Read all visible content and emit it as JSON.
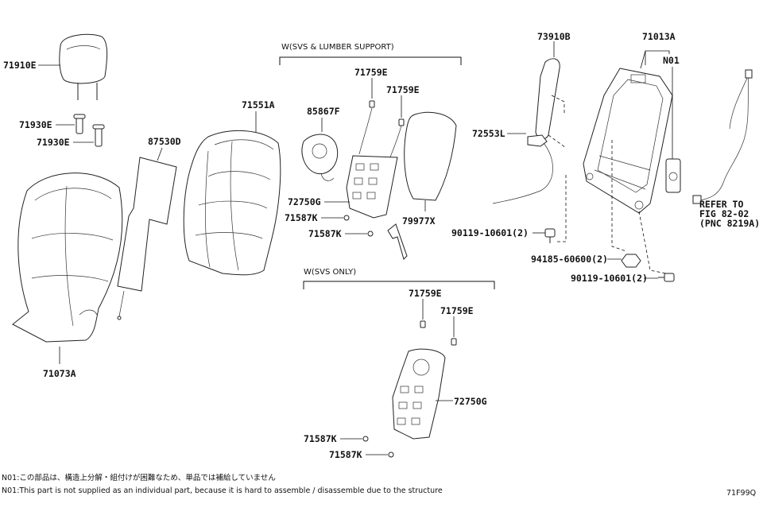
{
  "groups": {
    "lumbar": "W(SVS & LUMBER SUPPORT)",
    "svs": "W(SVS ONLY)"
  },
  "labels": {
    "p71910E": "71910E",
    "p71930E_a": "71930E",
    "p71930E_b": "71930E",
    "p87530D": "87530D",
    "p71073A": "71073A",
    "p71551A": "71551A",
    "p85867F": "85867F",
    "p71759E_a": "71759E",
    "p71759E_b": "71759E",
    "p72750G_a": "72750G",
    "p71587K_a": "71587K",
    "p71587K_b": "71587K",
    "p79977X": "79977X",
    "p71759E_c": "71759E",
    "p71759E_d": "71759E",
    "p72750G_b": "72750G",
    "p71587K_c": "71587K",
    "p71587K_d": "71587K",
    "p73910B": "73910B",
    "p71013A": "71013A",
    "pN01": "N01",
    "p72553L": "72553L",
    "p90119_a": "90119-10601(2)",
    "p94185": "94185-60600(2)",
    "p90119_b": "90119-10601(2)",
    "refer1": "REFER TO",
    "refer2": "FIG 82-02",
    "refer3": "(PNC 8219A)"
  },
  "notes": {
    "jp": "N01:この部品は、構造上分解・組付けが困難なため、単品では補給していません",
    "en": "N01:This part is not supplied as an individual part, because it is hard to assemble / disassemble due to the structure"
  },
  "figure_code": "71F99Q"
}
